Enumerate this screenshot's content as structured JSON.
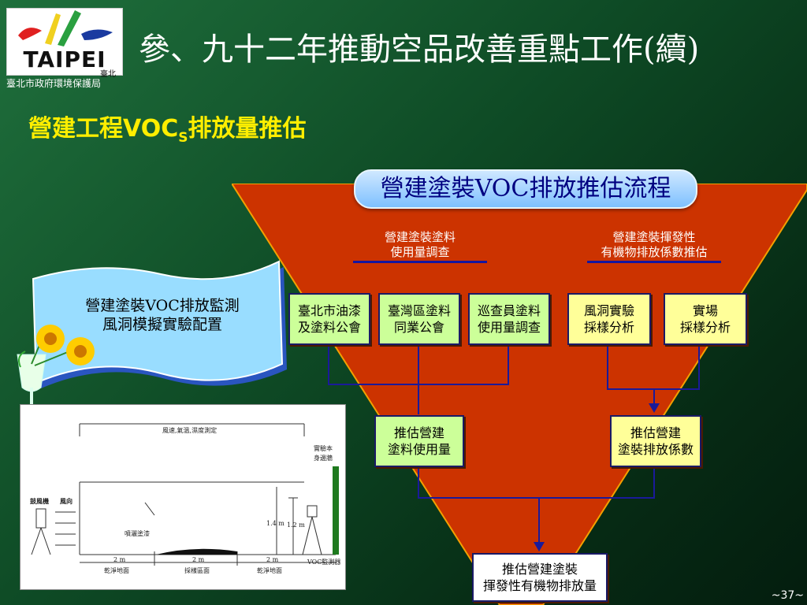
{
  "logo": {
    "word": "TAIPEI",
    "sub": "臺北"
  },
  "agency": "臺北市政府環境保護局",
  "page_title": "參、九十二年推動空品改善重點工作(續)",
  "subtitle": {
    "prefix": "營建工程VOC",
    "subscript": "S",
    "suffix": "排放量推估"
  },
  "flow_title": "營建塗裝VOC排放推估流程",
  "left_head": {
    "line1": "營建塗裝塗料",
    "line2": "使用量調查"
  },
  "right_head": {
    "line1": "營建塗裝揮發性",
    "line2": "有機物排放係數推估"
  },
  "boxes": {
    "b1": {
      "l1": "臺北市油漆",
      "l2": "及塗料公會"
    },
    "b2": {
      "l1": "臺灣區塗料",
      "l2": "同業公會"
    },
    "b3": {
      "l1": "巡查員塗料",
      "l2": "使用量調查"
    },
    "b4": {
      "l1": "風洞實驗",
      "l2": "採樣分析"
    },
    "b5": {
      "l1": "實場",
      "l2": "採樣分析"
    },
    "b6": {
      "l1": "推估營建",
      "l2": "塗料使用量"
    },
    "b7": {
      "l1": "推估營建",
      "l2": "塗裝排放係數"
    },
    "b8": {
      "l1": "推估營建塗裝",
      "l2": "揮發性有機物排放量"
    }
  },
  "note": {
    "l1": "營建塗裝VOC排放監測",
    "l2": "風洞模擬實驗配置"
  },
  "diagram": {
    "top_label": "風速,氣溫,濕度測定",
    "right_label1": "實驗本",
    "right_label2": "身邊牆",
    "fan": "鼓風機",
    "wind": "風向",
    "spray": "噴灑塗漆",
    "h1": "1.4 m",
    "h2": "1.2 m",
    "d1": "2 m",
    "d2": "2 m",
    "d3": "2 m",
    "g1": "乾淨地面",
    "g2": "採樣區面",
    "g3": "乾淨地面",
    "monitor": "VOC監測器"
  },
  "page_number": "~37~",
  "colors": {
    "funnel": "#cc3300",
    "box_green": "#ccff99",
    "box_yellow": "#ffff99",
    "connector": "#1a1a9a",
    "title_yellow": "#ffee00"
  }
}
